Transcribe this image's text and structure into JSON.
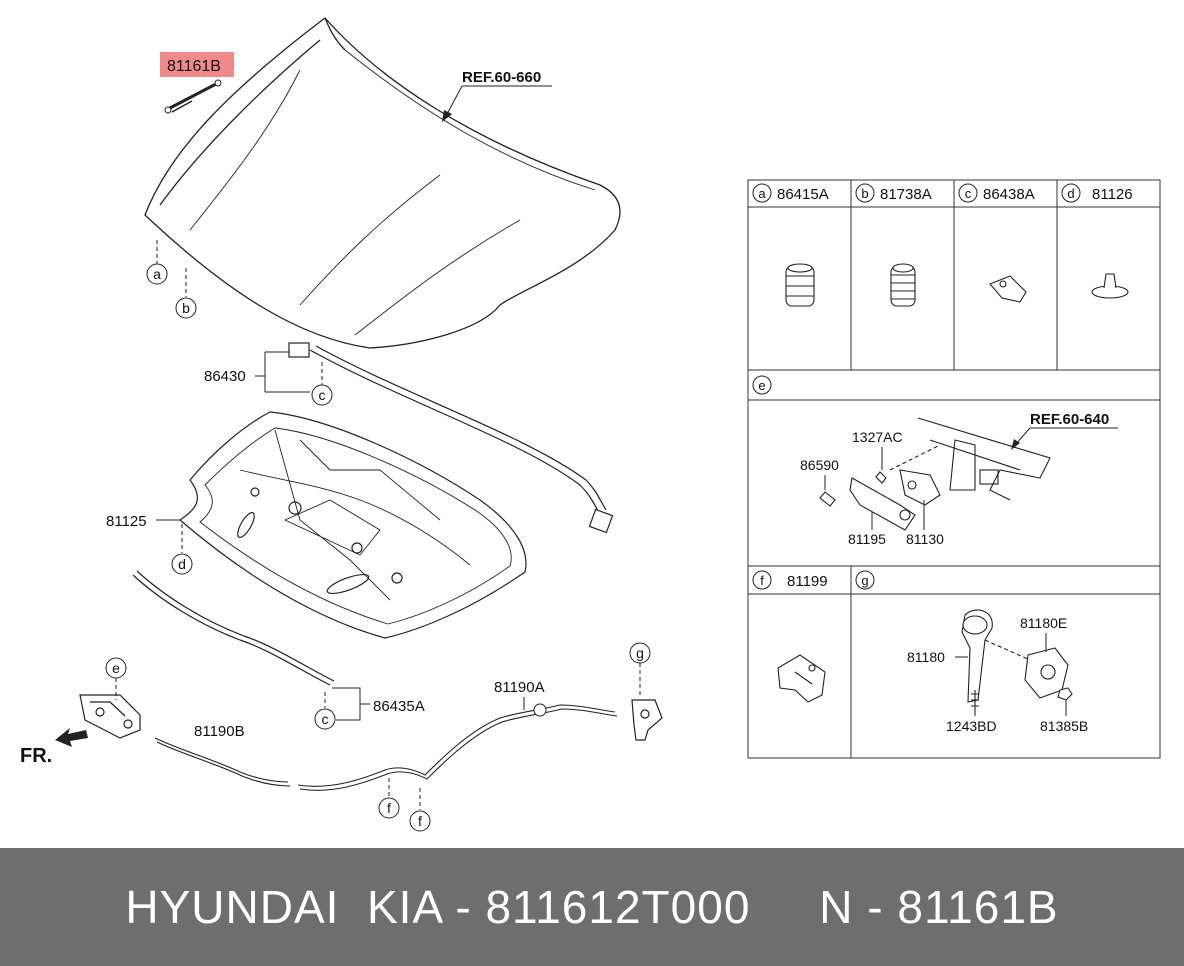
{
  "diagram": {
    "highlight_label": "81161B",
    "ref_hood": "REF.60-660",
    "ref_panel": "REF.60-640",
    "front_marker": "FR.",
    "main_labels": {
      "weatherstrip": "86430",
      "insulator": "81125",
      "seal": "86435A",
      "cable_a": "81190A",
      "cable_b": "81190B"
    },
    "circle_tags": {
      "a": "a",
      "b": "b",
      "c1": "c",
      "c2": "c",
      "d": "d",
      "e": "e",
      "f1": "f",
      "f2": "f",
      "g": "g"
    },
    "table": {
      "cells": [
        {
          "tag": "a",
          "part": "86415A"
        },
        {
          "tag": "b",
          "part": "81738A"
        },
        {
          "tag": "c",
          "part": "86438A"
        },
        {
          "tag": "d",
          "part": "81126"
        }
      ],
      "e_tag": "e",
      "e_labels": {
        "p1": "1327AC",
        "p2": "86590",
        "p3": "81195",
        "p4": "81130"
      },
      "f_tag": "f",
      "f_part": "81199",
      "g_tag": "g",
      "g_labels": {
        "p1": "81180E",
        "p2": "81180",
        "p3": "1243BD",
        "p4": "81385B"
      }
    }
  },
  "footer": {
    "text": "HYUNDAI  KIA - 811612T000     N - 81161B"
  }
}
